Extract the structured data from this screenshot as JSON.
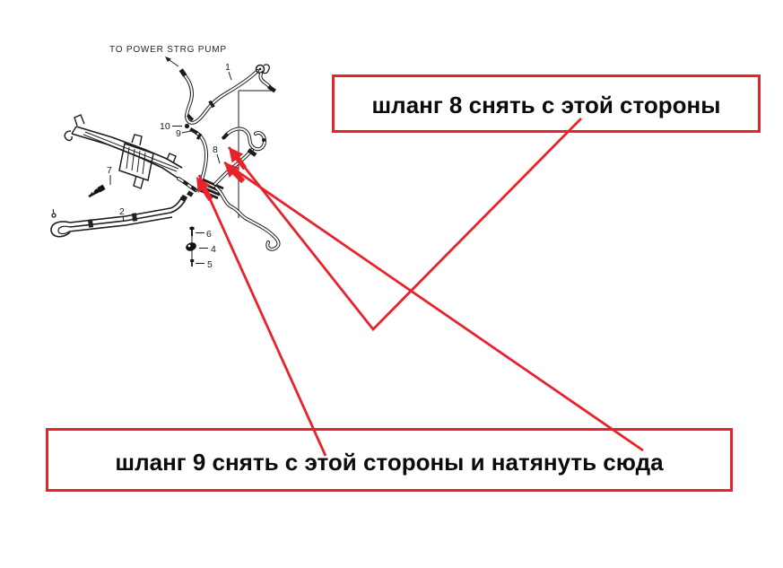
{
  "title": "Power steering hose routing diagram with removal instructions",
  "colors": {
    "annotation_red": "#e8232b",
    "line_black": "#1c1c1c"
  },
  "diagram": {
    "pump_label": "TO POWER STRG PUMP",
    "part_labels": {
      "p1": "1",
      "p2": "2",
      "p4": "4",
      "p5": "5",
      "p6": "6",
      "p7": "7",
      "p8": "8",
      "p9": "9",
      "p10": "10"
    }
  },
  "annotations": {
    "box1": {
      "text": "шланг 8 снять с этой стороны"
    },
    "box2": {
      "text": "шланг 9 снять с этой стороны и натянуть сюда"
    }
  }
}
